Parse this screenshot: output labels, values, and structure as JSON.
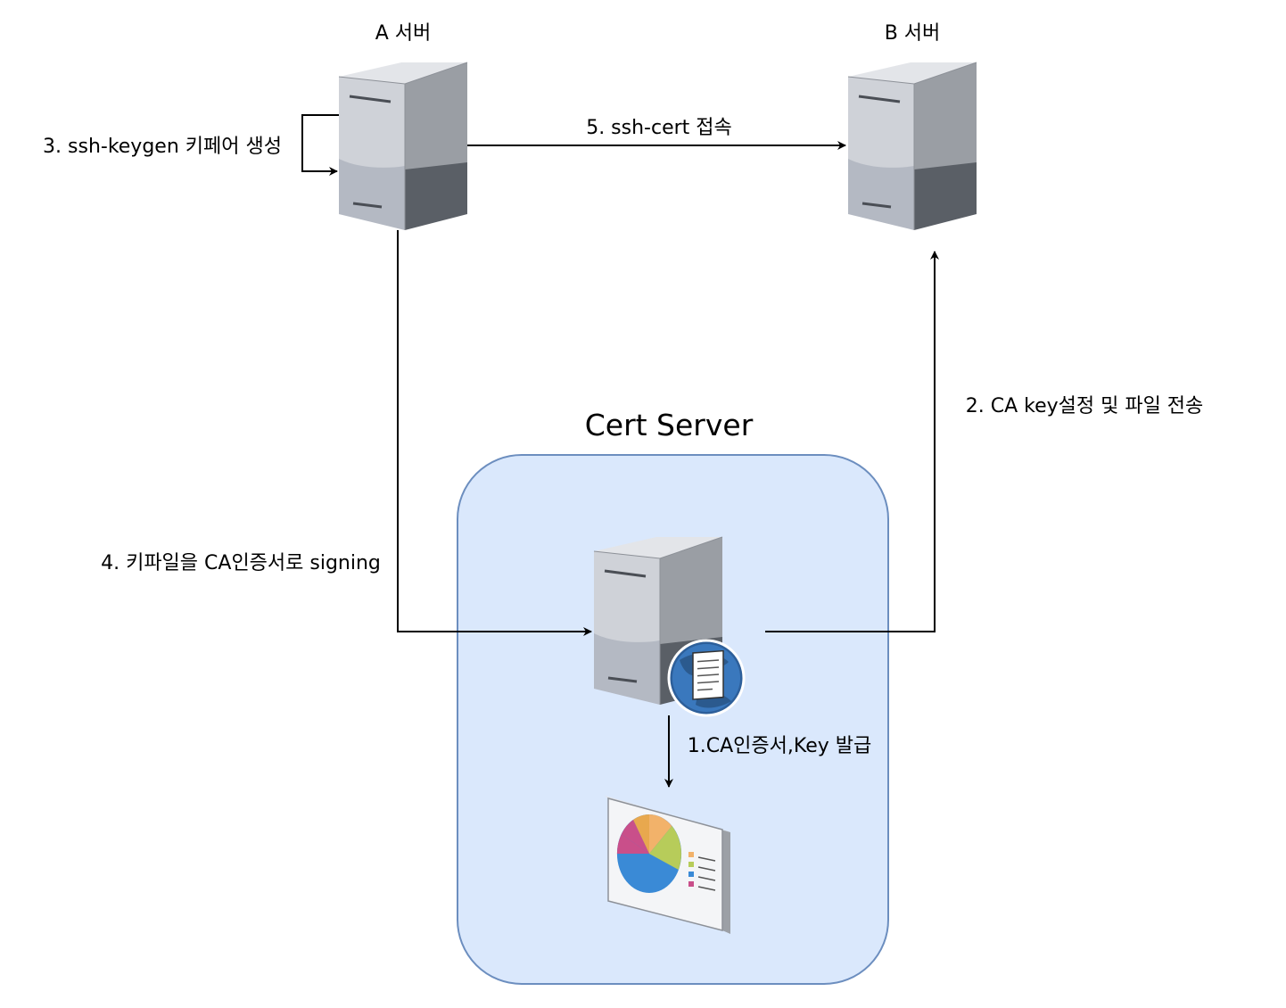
{
  "nodes": {
    "server_a": {
      "label": "A 서버"
    },
    "server_b": {
      "label": "B 서버"
    },
    "cert_server": {
      "label": "Cert Server"
    }
  },
  "edges": {
    "step1": "1.CA인증서,Key 발급",
    "step2": "2. CA key설정 및 파일 전송",
    "step3": "3. ssh-keygen 키페어 생성",
    "step4": "4. 키파일을 CA인증서로 signing",
    "step5": "5. ssh-cert 접속"
  },
  "colors": {
    "container_fill": "#dae8fc",
    "container_stroke": "#6c8ebf",
    "edge": "#000000"
  },
  "icons": {
    "server": "server-tower-icon",
    "cert_badge": "certificate-globe-icon",
    "report": "report-pie-chart-icon"
  }
}
